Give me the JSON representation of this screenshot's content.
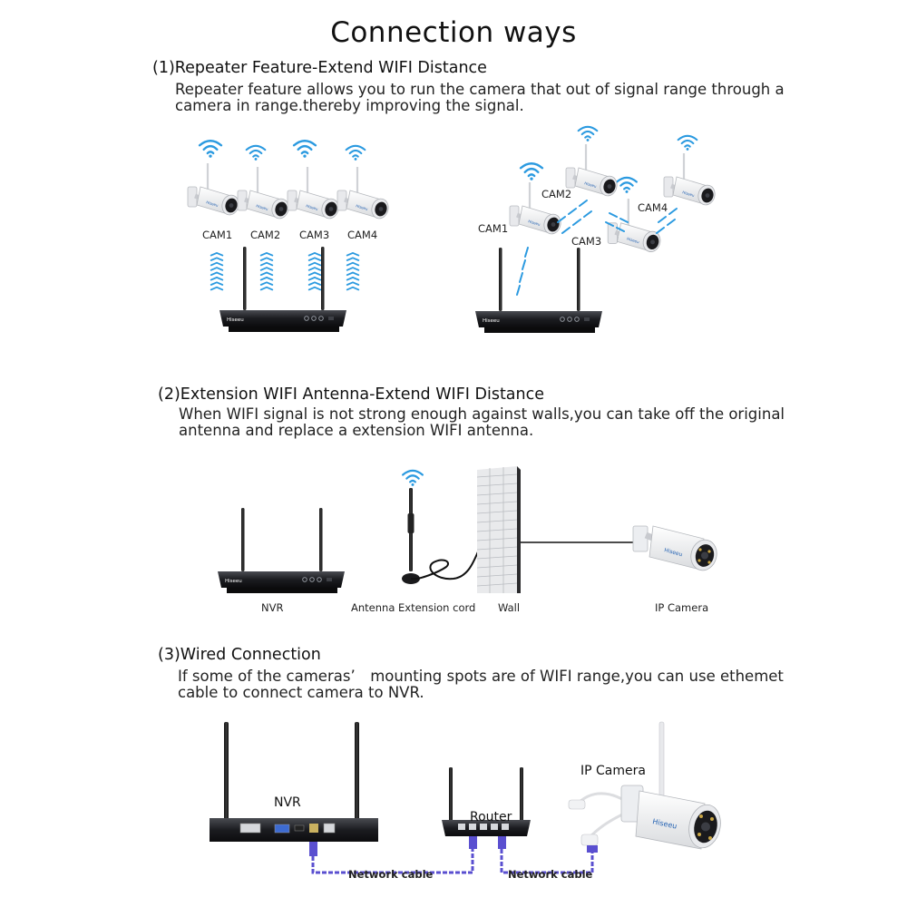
{
  "title": "Connection ways",
  "section1": {
    "heading": "(1)Repeater Feature-Extend WIFI Distance",
    "desc_line1": "Repeater feature allows you to run the camera that out of signal range through a",
    "desc_line2": "camera in range.thereby improving the signal.",
    "left_cams": [
      "CAM1",
      "CAM2",
      "CAM3",
      "CAM4"
    ],
    "right_cams": [
      "CAM1",
      "CAM2",
      "CAM3",
      "CAM4"
    ]
  },
  "section2": {
    "heading": "(2)Extension WIFI Antenna-Extend WIFI Distance",
    "desc_line1": "When WIFI signal is not strong enough against walls,you can take off the original",
    "desc_line2": "antenna and replace a extension WIFI antenna.",
    "labels": {
      "nvr": "NVR",
      "antenna": "Antenna Extension cord",
      "wall": "Wall",
      "camera": "IP Camera"
    }
  },
  "section3": {
    "heading": "(3)Wired Connection",
    "desc_line1": "If some of the cameras’　mounting spots are of WIFI range,you can use ethemet",
    "desc_line2": "cable to connect camera to NVR.",
    "labels": {
      "nvr": "NVR",
      "router": "Router",
      "camera": "IP Camera",
      "cable1": "Network cable",
      "cable2": "Network cable"
    }
  },
  "brand": "Hiseeu",
  "colors": {
    "signal_blue": "#2b9ae0",
    "cable_purple": "#5a4fd0",
    "nvr_black": "#1b1c20"
  }
}
